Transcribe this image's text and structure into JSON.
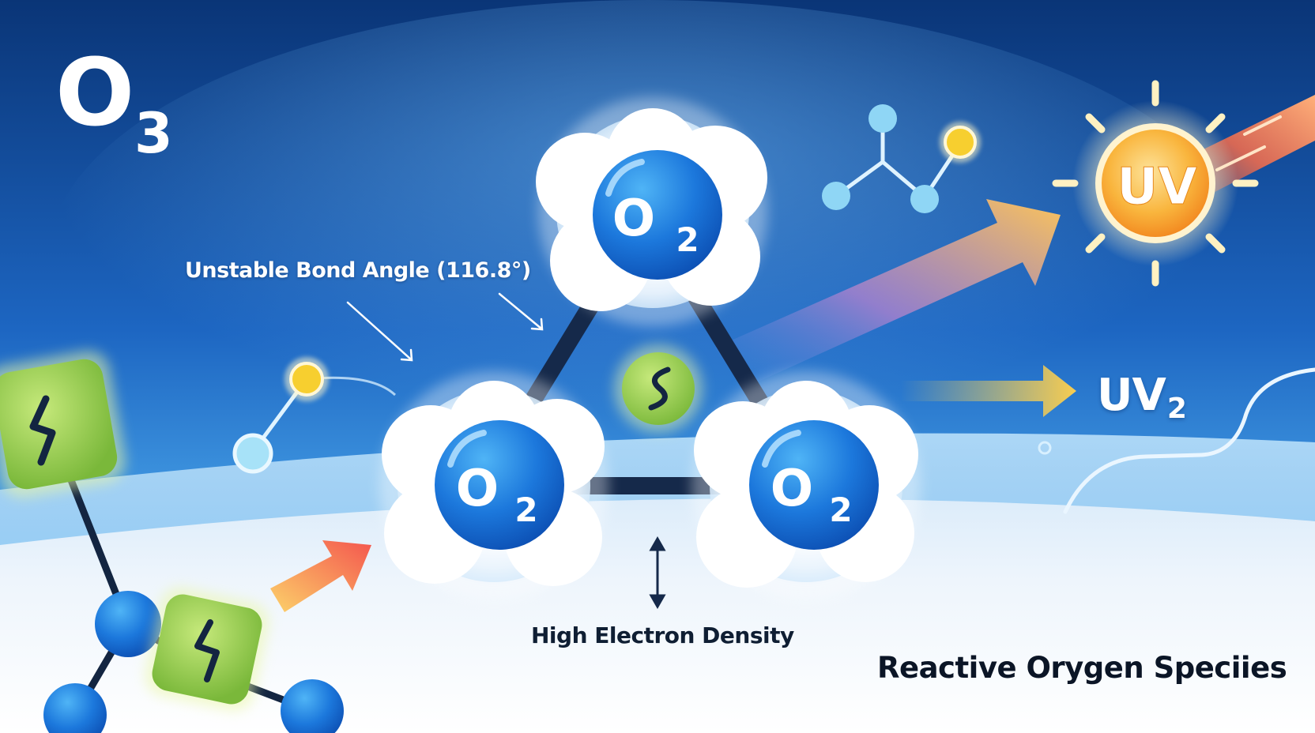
{
  "title": {
    "formula_main": "O",
    "formula_sub": "3"
  },
  "molecule": {
    "atoms": [
      {
        "label": "O",
        "sub": "2"
      },
      {
        "label": "O",
        "sub": "2"
      },
      {
        "label": "O",
        "sub": "2"
      }
    ],
    "center_symbol": "S"
  },
  "labels": {
    "bond_angle": "Unstable Bond Angle (116.8°)",
    "electron_density": "High Electron Density",
    "reactive_species": "Reactive Orygen Speciies"
  },
  "uv_sun": {
    "label": "UV"
  },
  "uv2": {
    "main": "UV",
    "sub": "2"
  },
  "colors": {
    "sky_top": "#0c3a7a",
    "sky_mid": "#1f6fc9",
    "ground": "#f4f8fd",
    "atom_blue": "#1b74d8",
    "bond_navy": "#15294a",
    "accent_green": "#8fc84a",
    "sun_orange": "#f5a623",
    "accent_yellow": "#f6cf34"
  }
}
